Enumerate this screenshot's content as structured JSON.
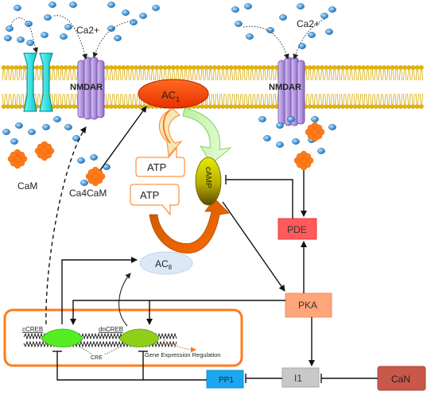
{
  "labels": {
    "ca_left": "Ca2+",
    "ca_right": "Ca2+",
    "nmdar_left": "NMDAR",
    "nmdar_right": "NMDAR",
    "ac1_main": "AC",
    "ac1_sub": "1",
    "cam": "CaM",
    "ca4cam": "Ca4CaM",
    "atp_upper": "ATP",
    "atp_lower": "ATP",
    "camp": "cAMP",
    "pde": "PDE",
    "ac8_main": "AC",
    "ac8_sub": "8",
    "pka": "PKA",
    "ccreb": "cCREB",
    "dncreb": "dnCREB",
    "cre": "CRE",
    "gene_expression": "Gene Expression Regulation",
    "pp1": "PP1",
    "i1": "I1",
    "can": "CaN"
  },
  "colors": {
    "membrane_head": "#e8b400",
    "ac1": "#ff4000",
    "nmdar": "#b99be0",
    "channel": "#22e0e0",
    "calcium": "#1f7fd0",
    "cam": "#ff7a1a",
    "camp_top": "#d9e000",
    "camp_bottom": "#6b5a00",
    "pde": "#ff5a5a",
    "pka": "#ffa57a",
    "pp1": "#1aa7f0",
    "i1": "#c8c8c8",
    "can": "#c8584a",
    "nucleus_border": "#ff7a1a",
    "creb": "#44ee22"
  }
}
